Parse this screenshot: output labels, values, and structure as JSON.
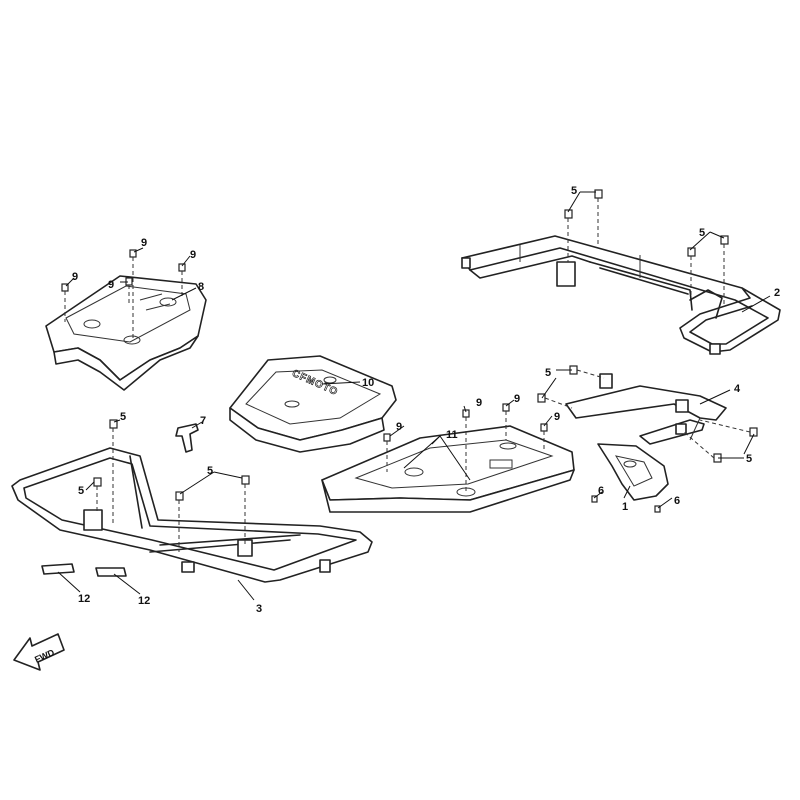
{
  "callouts": {
    "c1": "1",
    "c2": "2",
    "c3": "3",
    "c4": "4",
    "c5": "5",
    "c6": "6",
    "c7": "7",
    "c8": "8",
    "c9": "9",
    "c10": "10",
    "c11": "11",
    "c12": "12"
  },
  "logos": {
    "rear_cover_logo": "CFMOTO"
  },
  "direction_arrow": {
    "label": "FWD"
  }
}
